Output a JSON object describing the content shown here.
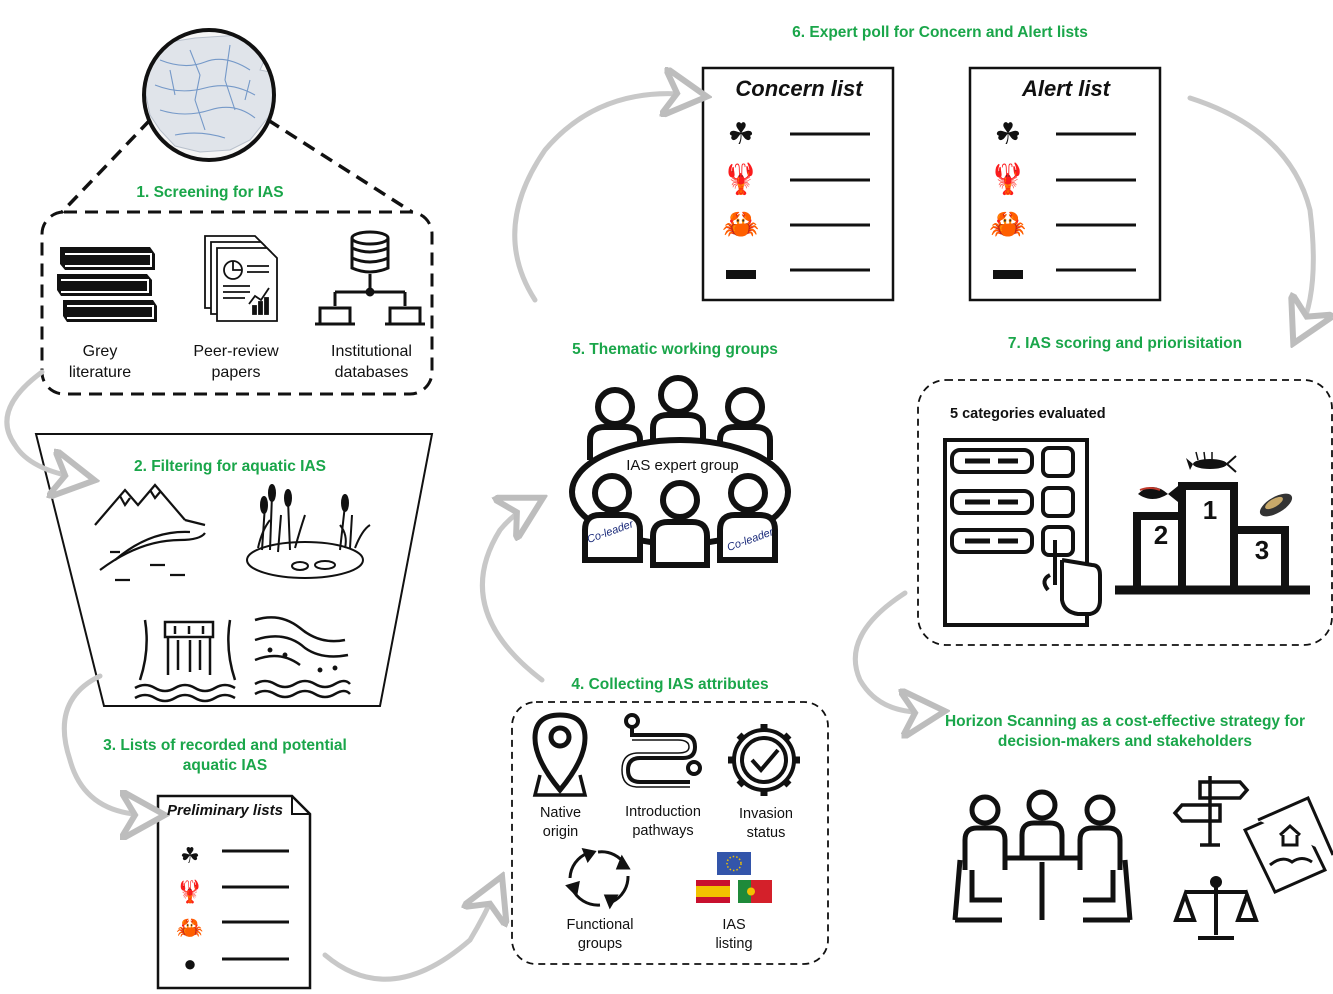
{
  "steps": {
    "s1": "1. Screening for IAS",
    "s2": "2. Filtering for aquatic IAS",
    "s3_line1": "3. Lists of recorded and potential",
    "s3_line2": "aquatic IAS",
    "s4": "4. Collecting IAS attributes",
    "s5": "5. Thematic working groups",
    "s6": "6. Expert poll for Concern and Alert lists",
    "s7": "7. IAS scoring and priorisitation",
    "hs_line1": "Horizon Scanning as a cost-effective strategy for",
    "hs_line2": "decision-makers and stakeholders"
  },
  "screening_sources": [
    {
      "line1": "Grey",
      "line2": "literature",
      "icon": "books-icon"
    },
    {
      "line1": "Peer-review",
      "line2": "papers",
      "icon": "papers-icon"
    },
    {
      "line1": "Institutional",
      "line2": "databases",
      "icon": "database-icon"
    }
  ],
  "lists": {
    "preliminary": "Preliminary lists",
    "concern": "Concern list",
    "alert": "Alert list"
  },
  "expert_group": {
    "label": "IAS expert group",
    "co_leader_left": "Co-leader",
    "co_leader_right": "Co-leader"
  },
  "attributes": [
    {
      "line1": "Native",
      "line2": "origin",
      "icon": "location-pin-icon"
    },
    {
      "line1": "Introduction",
      "line2": "pathways",
      "icon": "route-icon"
    },
    {
      "line1": "Invasion",
      "line2": "status",
      "icon": "gear-check-icon"
    },
    {
      "line1": "Functional",
      "line2": "groups",
      "icon": "cycle-arrows-icon"
    },
    {
      "line1": "IAS",
      "line2": "listing",
      "icon": "flags-icon"
    }
  ],
  "scoring": {
    "categories_label": "5 categories evaluated",
    "podium": [
      "1",
      "2",
      "3"
    ]
  },
  "colors": {
    "step_green": "#1aa64a",
    "arrow_gray": "#c8c8c8",
    "eu_blue": "#3355aa",
    "spain_red": "#c8102e",
    "spain_yellow": "#f2c200",
    "portugal_green": "#1f8a3a",
    "portugal_red": "#d4202a"
  }
}
